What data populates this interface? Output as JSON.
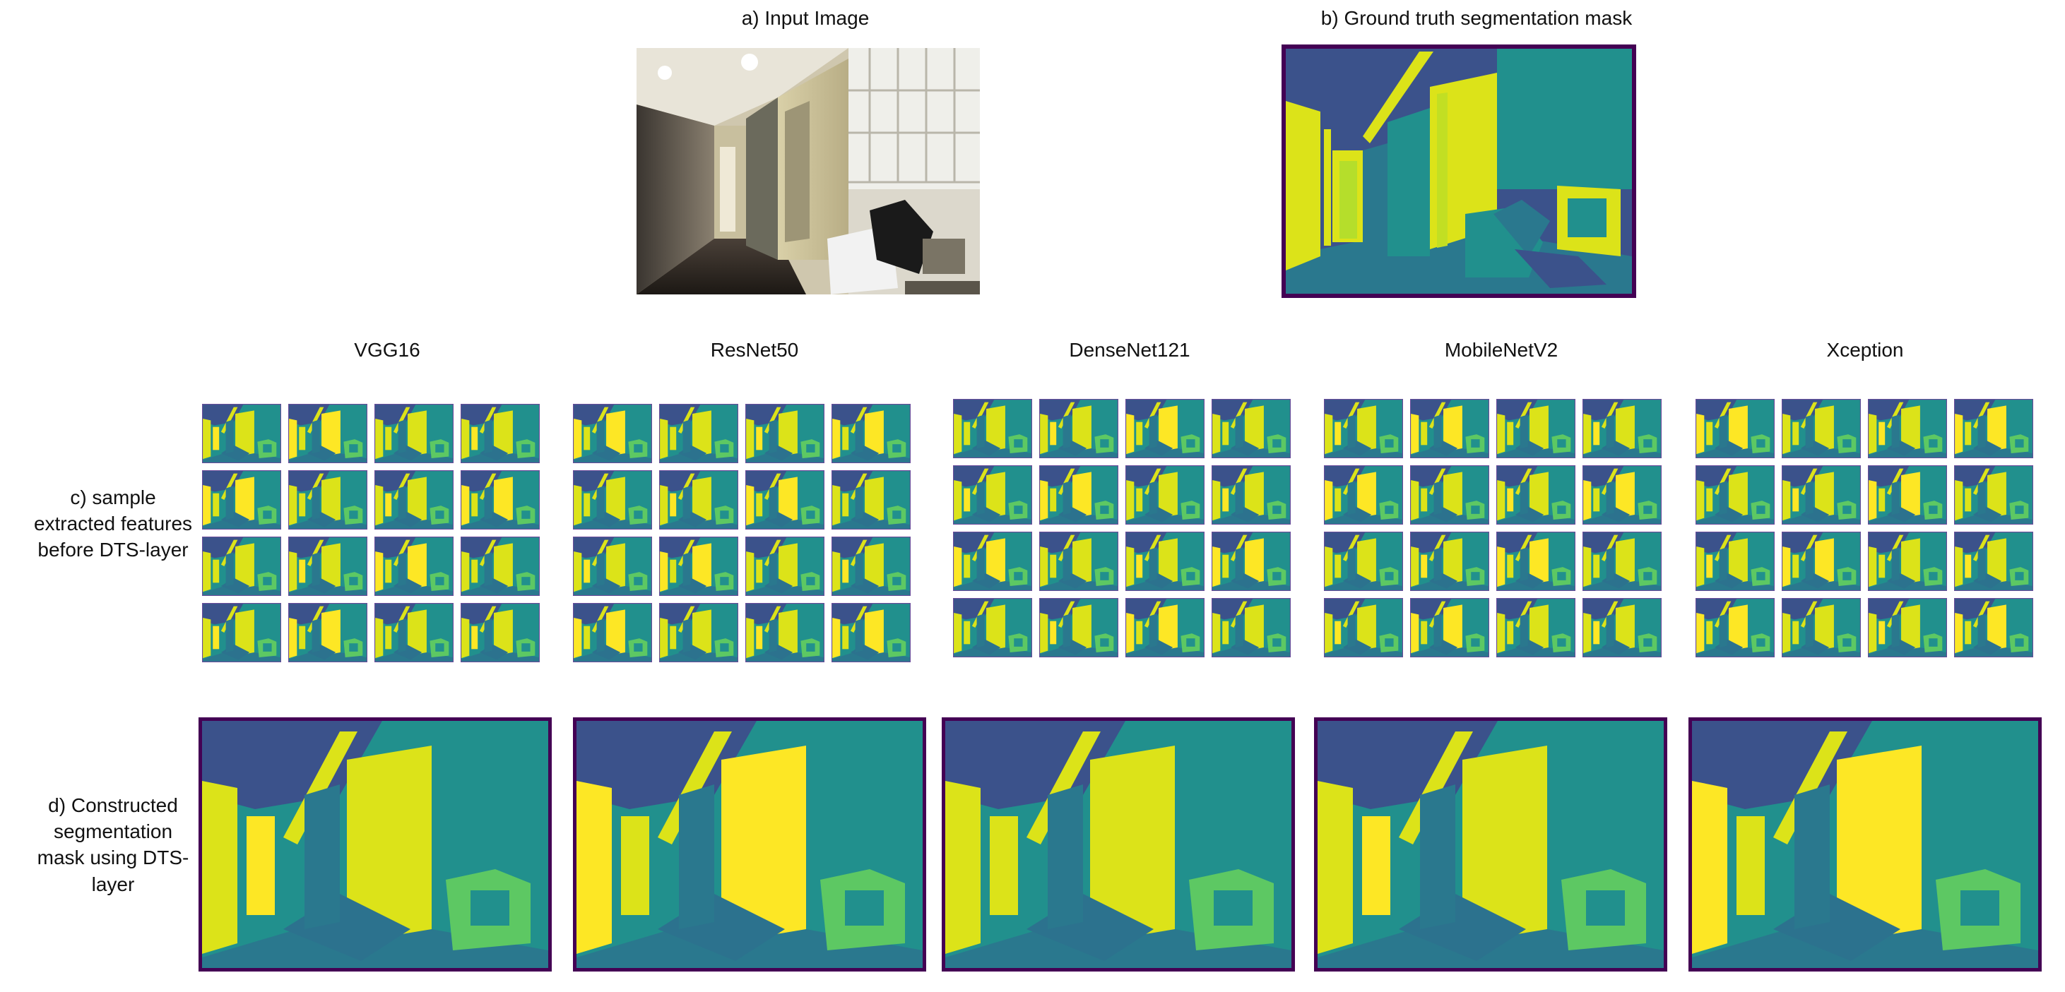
{
  "top": {
    "input_label": "a) Input Image",
    "gt_label": "b) Ground truth segmentation mask"
  },
  "rows": {
    "features_label": "c) sample extracted features before DTS-layer",
    "mask_label": "d) Constructed segmentation mask using DTS-layer"
  },
  "models": [
    {
      "name": "VGG16"
    },
    {
      "name": "ResNet50"
    },
    {
      "name": "DenseNet121"
    },
    {
      "name": "MobileNetV2"
    },
    {
      "name": "Xception"
    }
  ],
  "palette": {
    "dark_purple": "#440154",
    "indigo": "#3b528b",
    "teal": "#21908d",
    "green": "#5dc863",
    "yellow": "#dce319",
    "bright_yellow": "#fde725"
  }
}
